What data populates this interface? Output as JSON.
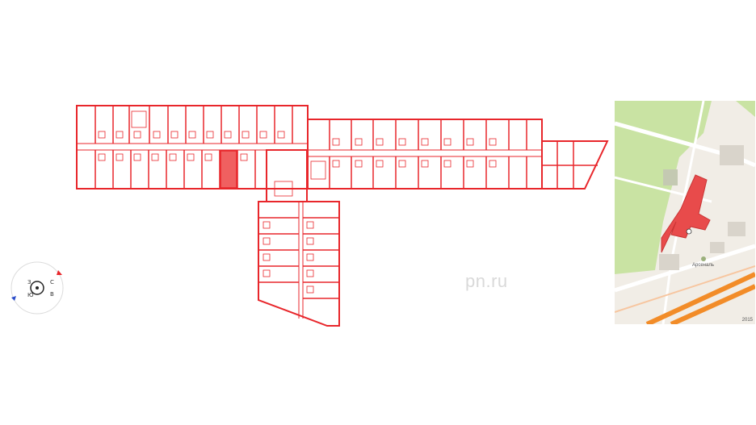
{
  "watermark": "pn.ru",
  "compass": {
    "letters": [
      "C",
      "В",
      "Ю",
      "З"
    ]
  },
  "map": {
    "metro_label": "Арсеналь",
    "year_label": "2015",
    "building_color": "#e84b4b",
    "park_color": "#c9e3a3",
    "road_color": "#f28c28"
  },
  "plan": {
    "wall_color": "#e8262b",
    "highlight_color": "#f06060"
  }
}
